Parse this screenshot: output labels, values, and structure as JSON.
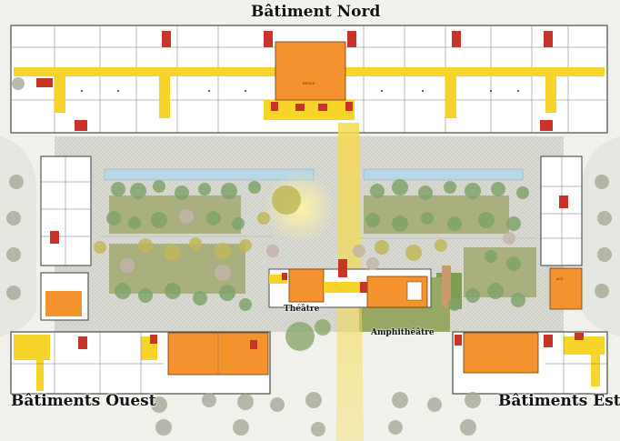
{
  "labels": {
    "nord": "Bâtiment Nord",
    "ouest": "Bâtiments Ouest",
    "est": "Bâtiments Est",
    "theatre": "Théâtre",
    "amphitheatre": "Amphithéâtre"
  },
  "colors": {
    "circulation": "#f6d42a",
    "program": "#f4922d",
    "stair": "#c8342a",
    "lawn": "#a9b07e",
    "plaza": "#d6d7d0",
    "water": "#b9d6e4",
    "walls": "#4a4a4a"
  }
}
